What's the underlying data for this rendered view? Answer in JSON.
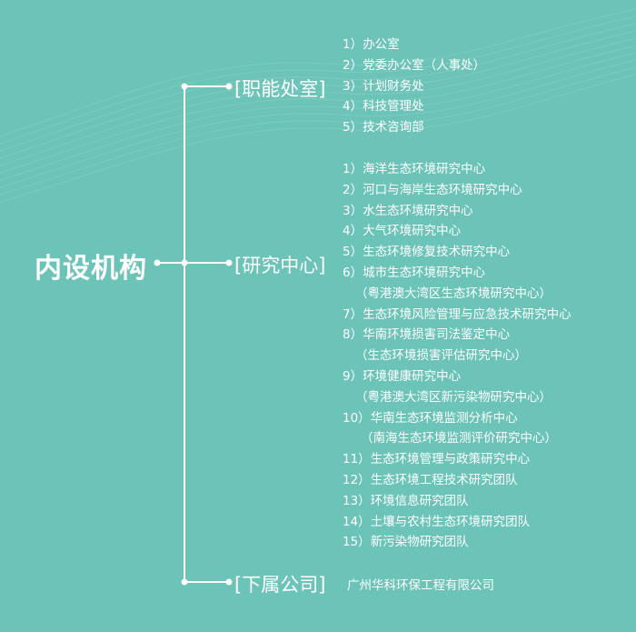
{
  "root": {
    "label": "内设机构"
  },
  "branches": [
    {
      "label": "[职能处室]",
      "items": [
        {
          "num": "1）",
          "text": "办公室"
        },
        {
          "num": "2）",
          "text": "党委办公室（人事处）"
        },
        {
          "num": "3）",
          "text": "计划财务处"
        },
        {
          "num": "4）",
          "text": "科技管理处"
        },
        {
          "num": "5）",
          "text": "技术咨询部"
        }
      ]
    },
    {
      "label": "[研究中心]",
      "items": [
        {
          "num": "1）",
          "text": "海洋生态环境研究中心"
        },
        {
          "num": "2）",
          "text": "河口与海岸生态环境研究中心"
        },
        {
          "num": "3）",
          "text": "水生态环境研究中心"
        },
        {
          "num": "4）",
          "text": "大气环境研究中心"
        },
        {
          "num": "5）",
          "text": "生态环境修复技术研究中心"
        },
        {
          "num": "6）",
          "text": "城市生态环境研究中心"
        },
        {
          "num": "",
          "text": "（粤港澳大湾区生态环境研究中心）"
        },
        {
          "num": "7）",
          "text": "生态环境风险管理与应急技术研究中心"
        },
        {
          "num": "8）",
          "text": "华南环境损害司法鉴定中心"
        },
        {
          "num": "",
          "text": "（生态环境损害评估研究中心）"
        },
        {
          "num": "9）",
          "text": "环境健康研究中心"
        },
        {
          "num": "",
          "text": "（粤港澳大湾区新污染物研究中心）"
        },
        {
          "num": "10）",
          "text": "华南生态环境监测分析中心"
        },
        {
          "num": "",
          "text": "（南海生态环境监测评价研究中心）"
        },
        {
          "num": "11）",
          "text": "生态环境管理与政策研究中心"
        },
        {
          "num": "12）",
          "text": "生态环境工程技术研究团队"
        },
        {
          "num": "13）",
          "text": "环境信息研究团队"
        },
        {
          "num": "14）",
          "text": "土壤与农村生态环境研究团队"
        },
        {
          "num": "15）",
          "text": "新污染物研究团队"
        }
      ]
    },
    {
      "label": "[下属公司]",
      "company": "广州华科环保工程有限公司"
    }
  ],
  "colors": {
    "background": "#6cc3b8",
    "foreground": "#ffffff",
    "wave": "#7fcbc1"
  }
}
